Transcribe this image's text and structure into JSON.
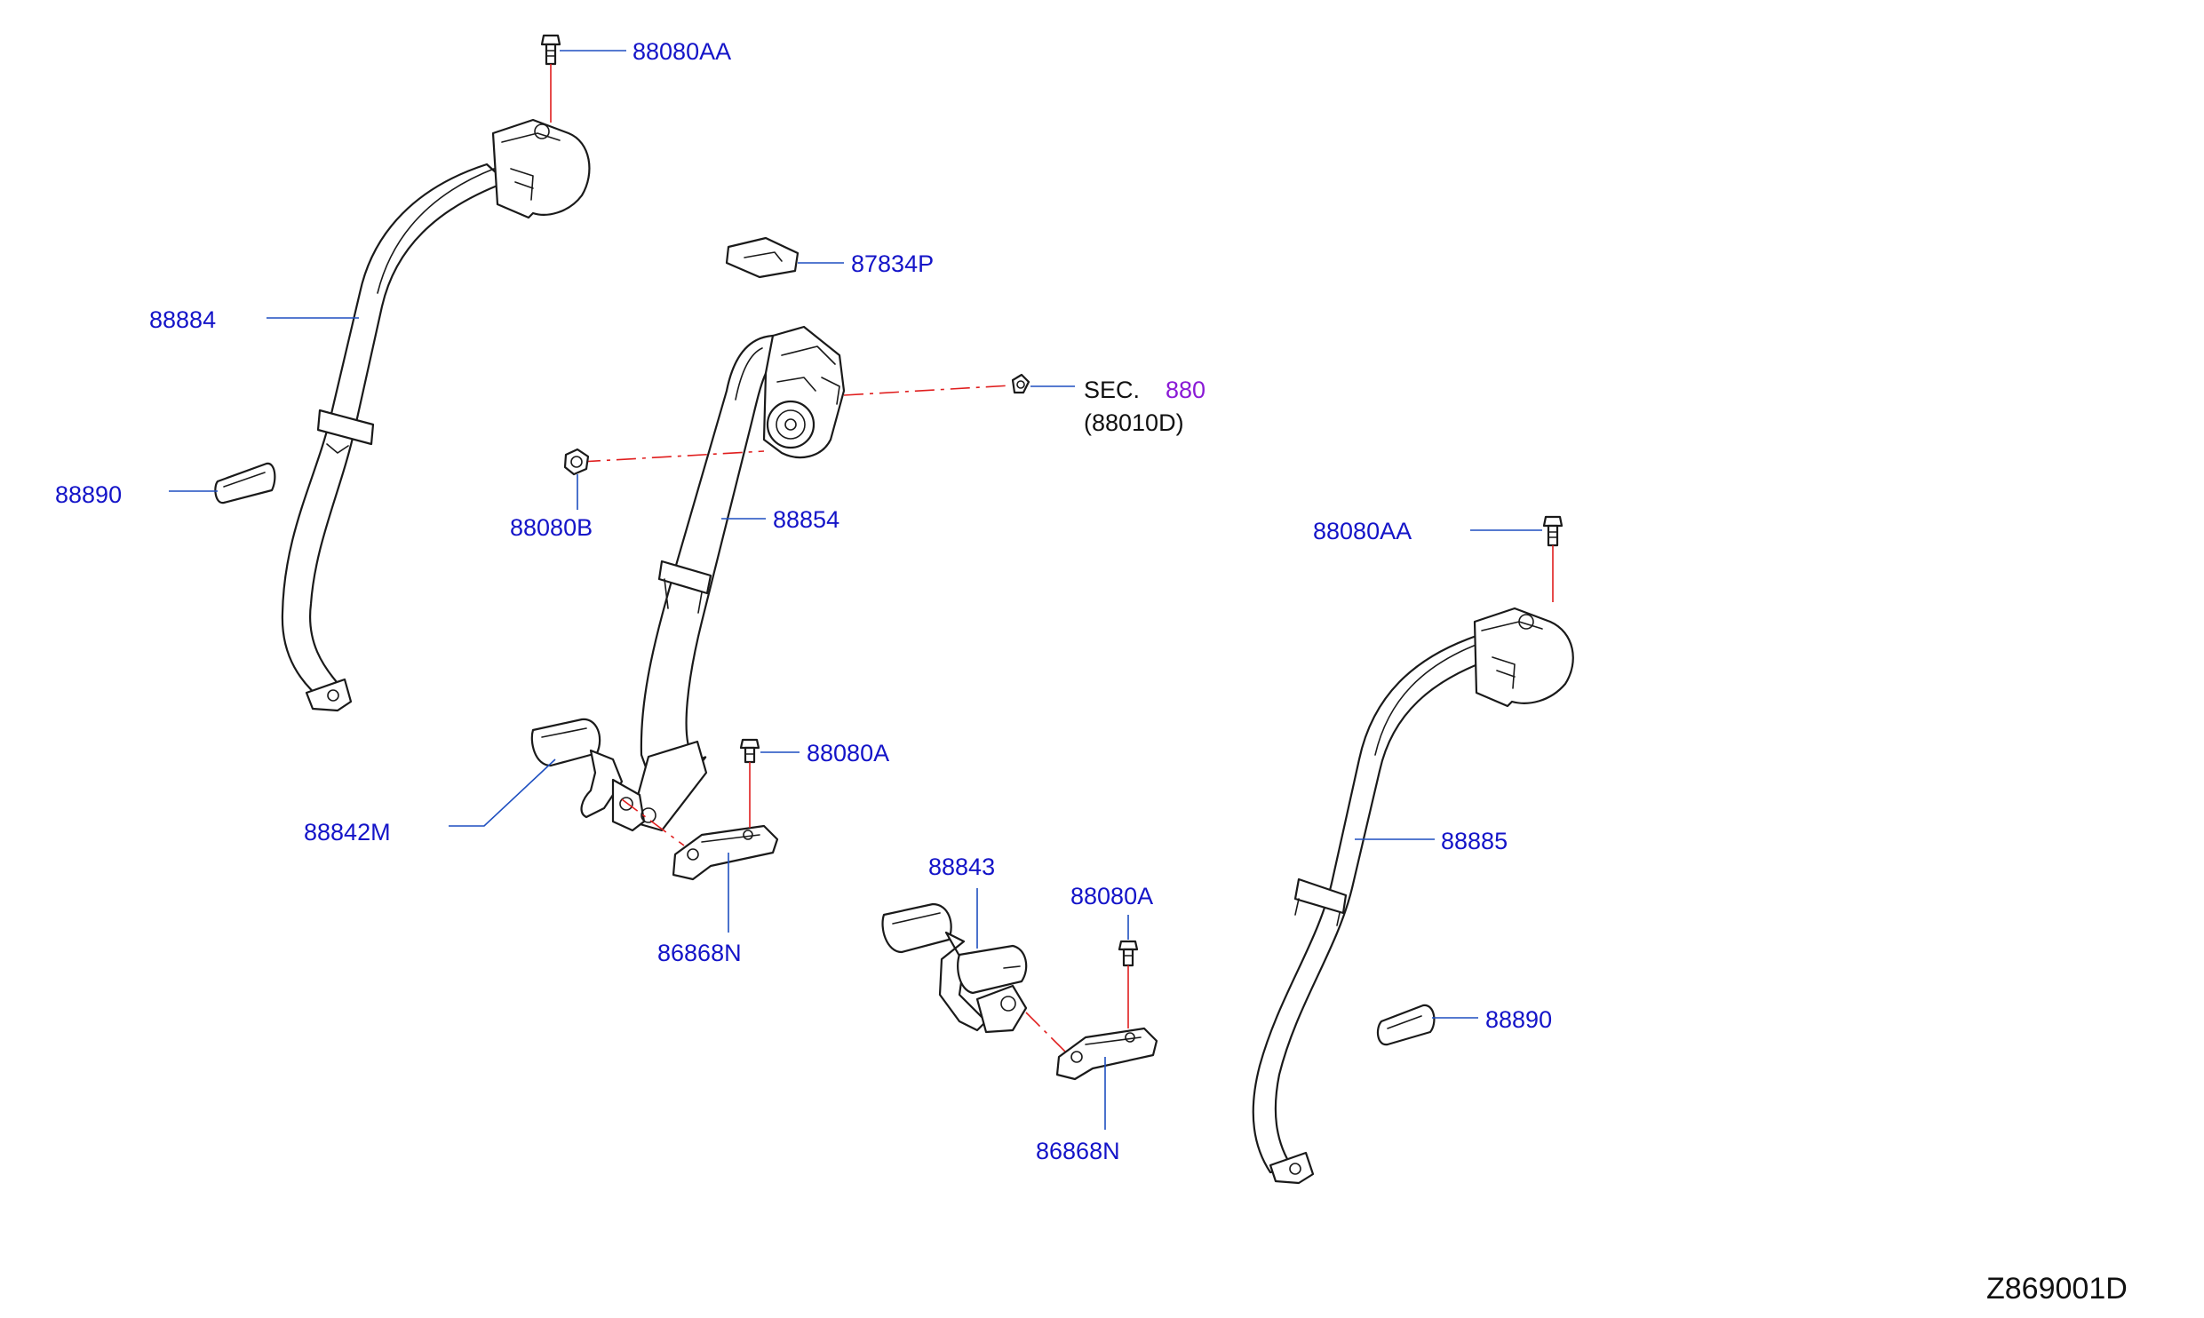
{
  "diagram_code": "Z869001D",
  "colors": {
    "part_label": "#1414c8",
    "leader_line": "#1e4fc0",
    "connection_line": "#e01e1e",
    "section_ref": "#8a1ad6",
    "outline": "#1a1a1a"
  },
  "section_reference": {
    "prefix": "SEC.",
    "number": "880",
    "sub": "(88010D)"
  },
  "parts": {
    "bolt_top_left": "88080AA",
    "clip_center": "87834P",
    "belt_left": "88884",
    "cover_left": "88890",
    "nut_center": "88080B",
    "belt_center": "88854",
    "bolt_right": "88080AA",
    "bolt_center_bracket": "88080A",
    "buckle_left": "88842M",
    "bracket_center_left": "86868N",
    "buckle_center": "88843",
    "bolt_center_right": "88080A",
    "bracket_center_right": "86868N",
    "belt_right": "88885",
    "cover_right": "88890"
  }
}
